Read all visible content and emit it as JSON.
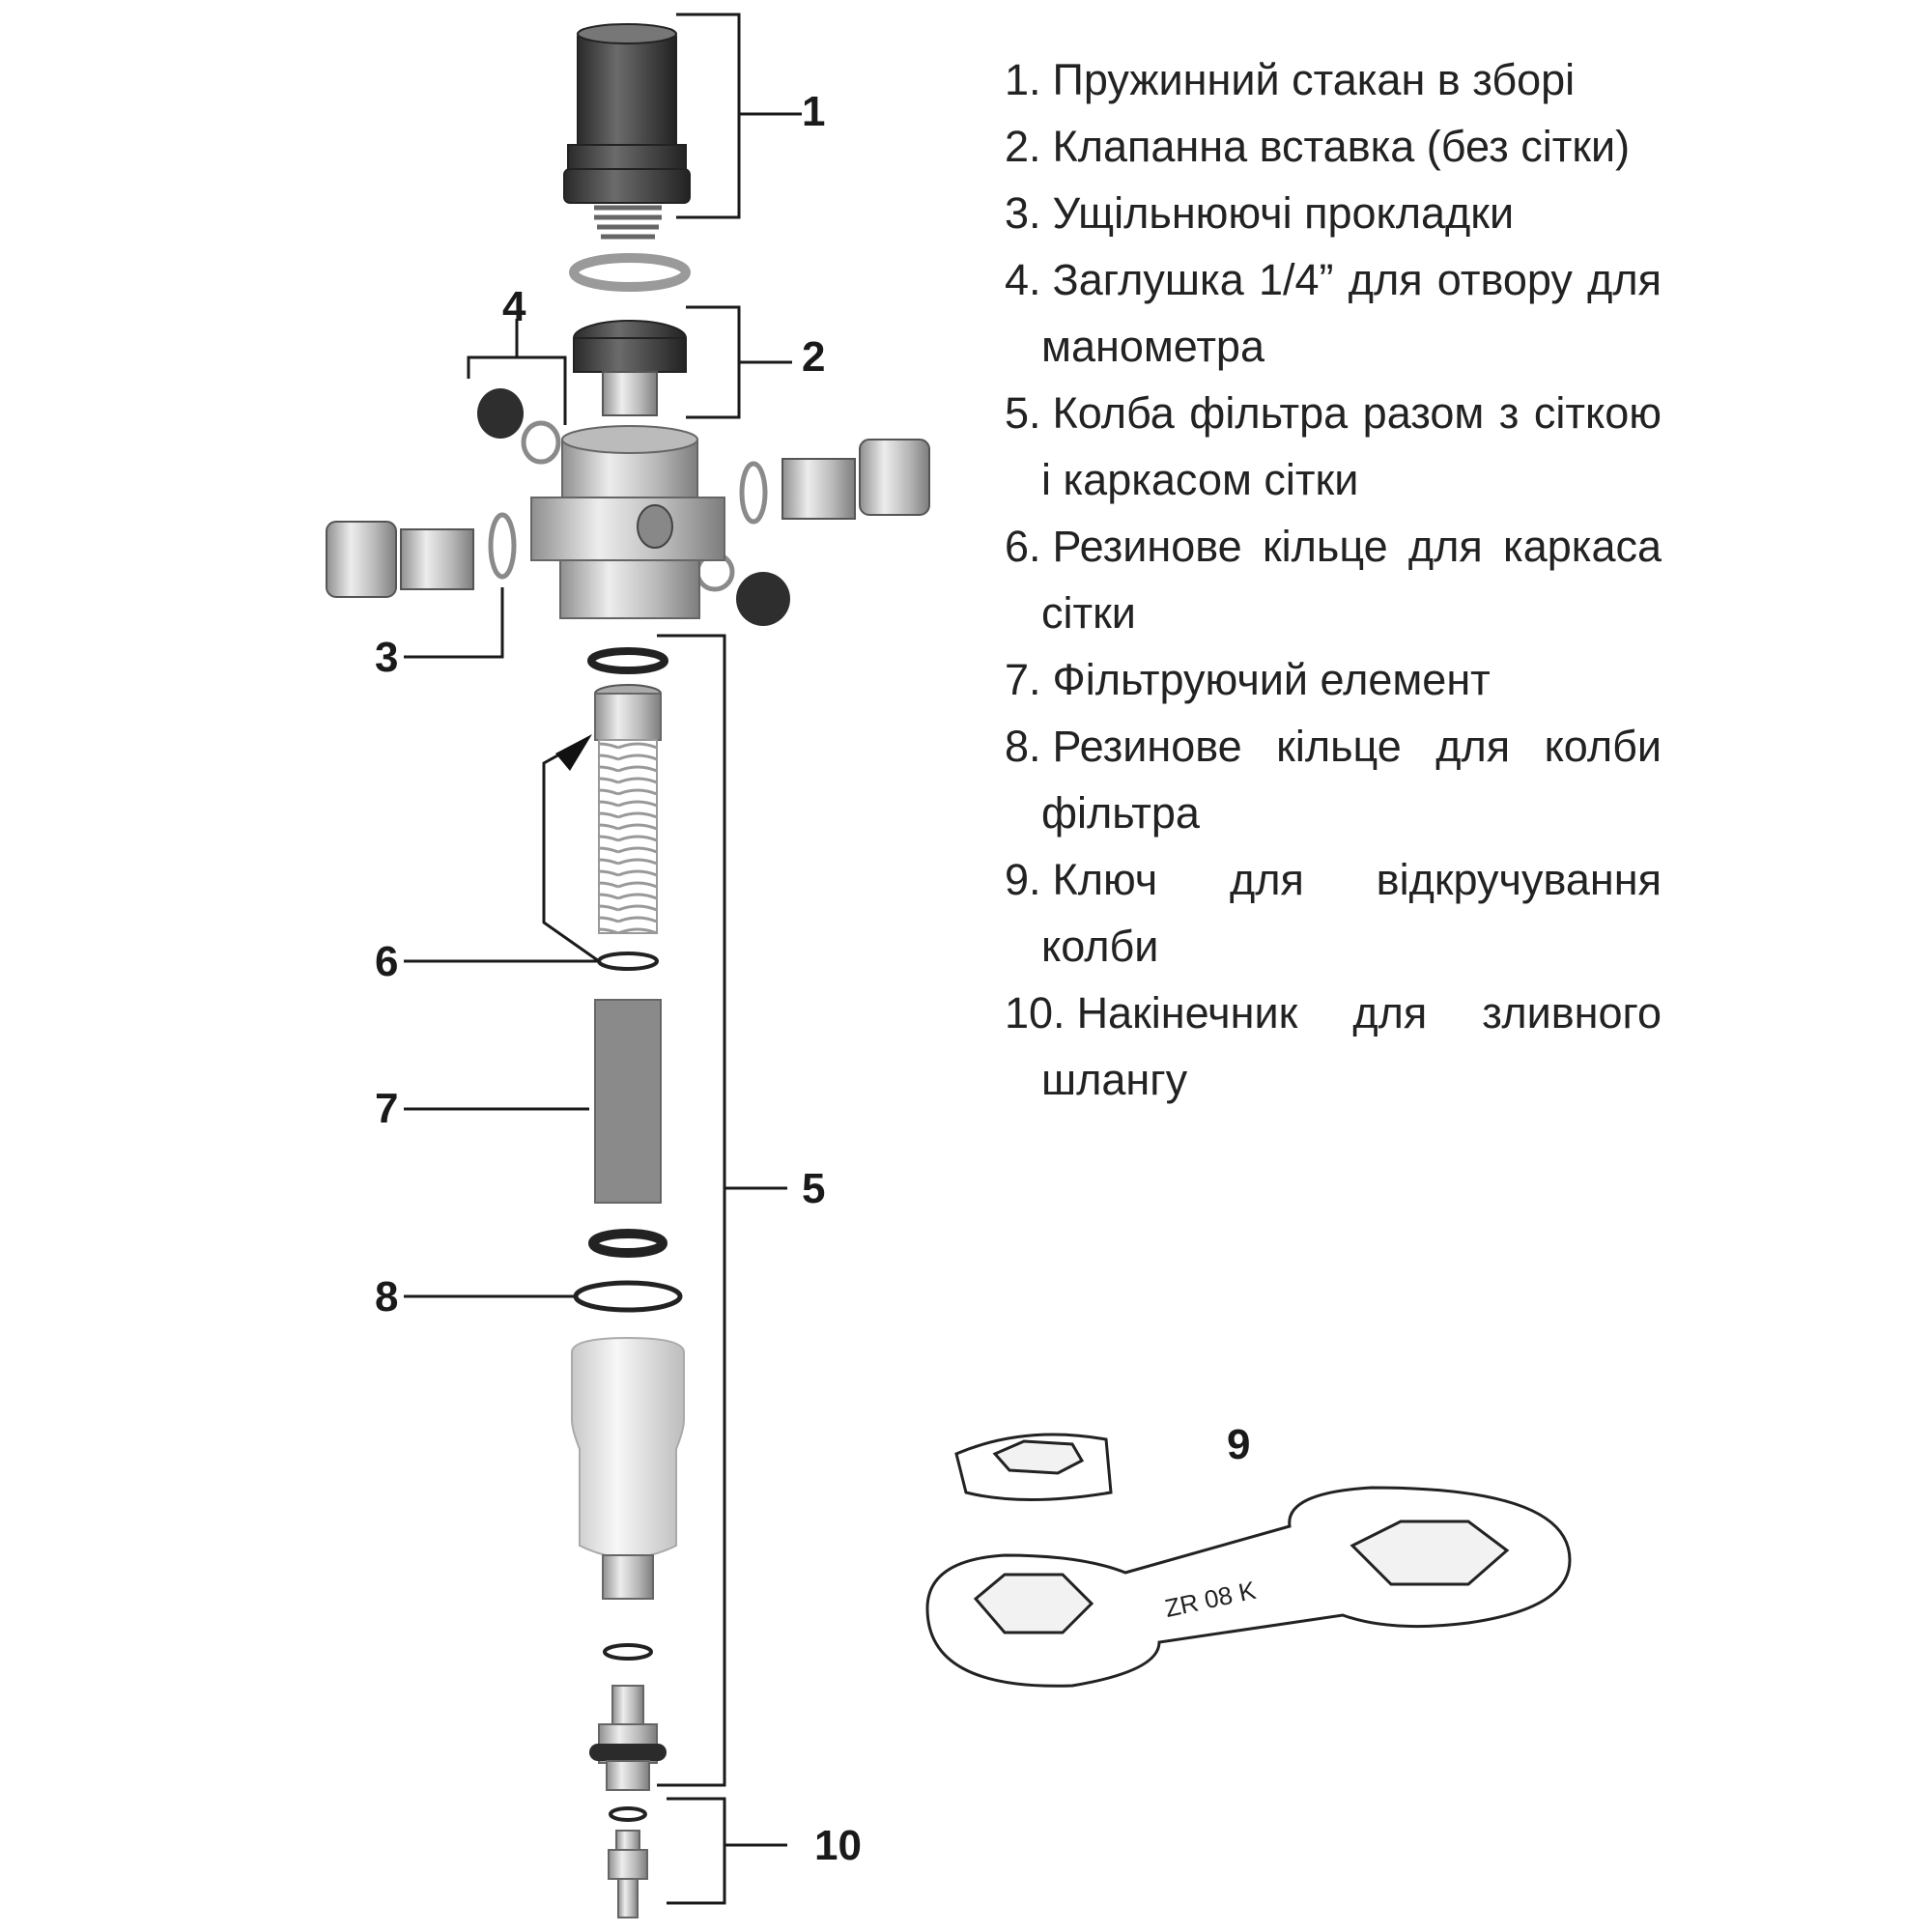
{
  "callouts": [
    "1",
    "2",
    "3",
    "4",
    "5",
    "6",
    "7",
    "8",
    "9",
    "10"
  ],
  "legend": [
    {
      "num": "1.",
      "text": "Пружинний стакан в зборі"
    },
    {
      "num": "2.",
      "text": "Клапанна вставка (без сітки)"
    },
    {
      "num": "3.",
      "text": "Ущільнюючі прокладки"
    },
    {
      "num": "4.",
      "text": "Заглушка 1/4” для отвору для манометра"
    },
    {
      "num": "5.",
      "text": "Колба фільтра разом з сіткою і каркасом сітки"
    },
    {
      "num": "6.",
      "text": "Резинове кільце для каркаса сітки"
    },
    {
      "num": "7.",
      "text": "Фільтруючий елемент"
    },
    {
      "num": "8.",
      "text": "Резинове кільце для колби фільтра"
    },
    {
      "num": "9.",
      "text": "Ключ для відкручування колби"
    },
    {
      "num": "10.",
      "text": "Накінечник для зливного шлангу"
    }
  ],
  "wrench_marking": "ZR 08 K",
  "colors": {
    "dark": "#3a3a3a",
    "metal": "#c9c9c9",
    "metal_dark": "#8f8f8f",
    "line": "#1a1a1a"
  }
}
